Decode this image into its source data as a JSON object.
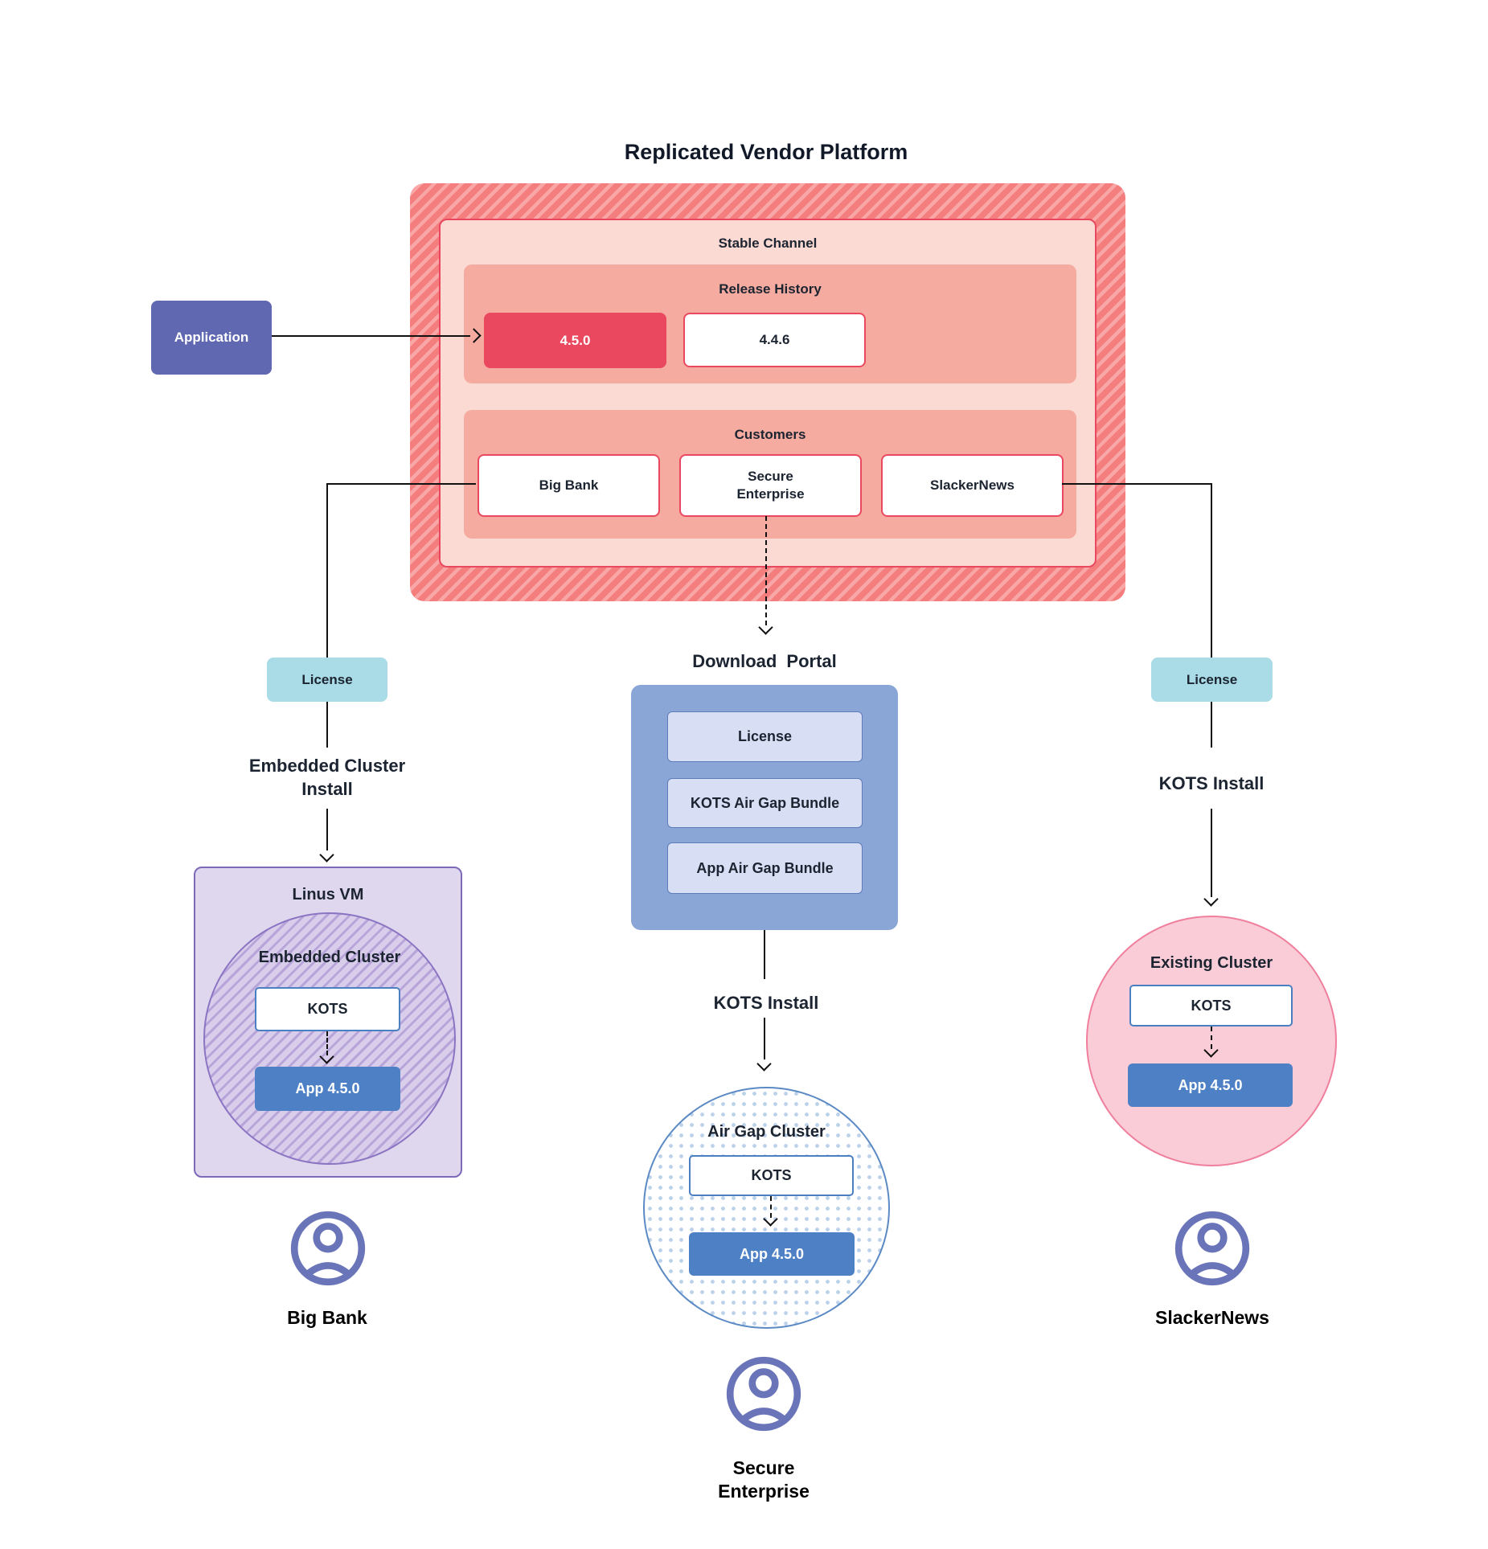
{
  "title": "Replicated Vendor Platform",
  "platform": {
    "stable_channel_label": "Stable Channel",
    "release_history": {
      "label": "Release History",
      "current_release": "4.5.0",
      "previous_release": "4.4.6"
    },
    "customers": {
      "label": "Customers",
      "big_bank": "Big Bank",
      "secure_enterprise": "Secure Enterprise",
      "slackernews": "SlackerNews"
    }
  },
  "application_label": "Application",
  "left_flow": {
    "license": "License",
    "install": "Embedded Cluster Install",
    "vm": "Linus VM",
    "cluster": "Embedded Cluster",
    "kots": "KOTS",
    "app": "App 4.5.0",
    "user": "Big Bank"
  },
  "middle_flow": {
    "portal_title": "Download Portal",
    "portal_items": {
      "license": "License",
      "kots_bundle": "KOTS Air Gap Bundle",
      "app_bundle": "App Air Gap Bundle"
    },
    "install": "KOTS Install",
    "cluster": "Air Gap Cluster",
    "kots": "KOTS",
    "app": "App 4.5.0",
    "user": "Secure Enterprise"
  },
  "right_flow": {
    "license": "License",
    "install": "KOTS Install",
    "cluster": "Existing Cluster",
    "kots": "KOTS",
    "app": "App 4.5.0",
    "user": "SlackerNews"
  },
  "colors": {
    "crimson": "#e9485e",
    "hatch_base": "#f47e7e",
    "hatch_stripe": "#f8a6a6",
    "light_pink": "#fbdad4",
    "salmon": "#f6aba0",
    "purple": "#6168b2",
    "teal": "#a9dce6",
    "portal_blue": "#89a6d6",
    "chip_blue": "#d8dff5",
    "app_blue": "#4d80c4",
    "lavender": "#ded7ee",
    "lavender_border": "#7e68b8",
    "pink_circle": "#f9ccd7",
    "pink_circle_border": "#ef7f9c",
    "user_icon": "#6a74b8"
  }
}
